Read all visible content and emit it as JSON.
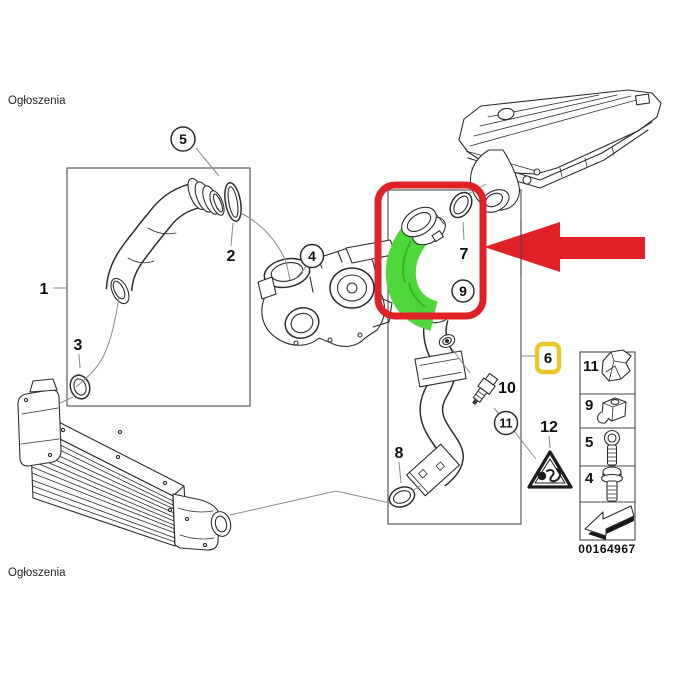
{
  "page": {
    "ad_top": "Ogłoszenia",
    "ad_bottom": "Ogłoszenia"
  },
  "colors": {
    "highlight_red": "#e02227",
    "hose_green": "#4ed63a",
    "hose_green_dark": "#2fae24",
    "badge_yellow": "#e9c72c"
  },
  "callouts": {
    "c1": "1",
    "c2": "2",
    "c3": "3",
    "c4": "4",
    "c5": "5",
    "c6": "6",
    "c7": "7",
    "c8": "8",
    "c9": "9",
    "c10": "10",
    "c11": "11",
    "c12": "12"
  },
  "legend": {
    "rows": [
      {
        "num": "11",
        "icon": "retaining-clip-icon"
      },
      {
        "num": "9",
        "icon": "clamp-nut-icon"
      },
      {
        "num": "5",
        "icon": "socket-head-screw-icon"
      },
      {
        "num": "4",
        "icon": "hex-flange-bolt-icon"
      }
    ],
    "arrow_icon": "direction-of-travel-arrow-icon",
    "footer_code": "00164967"
  },
  "highlight": {
    "badge_label": "6",
    "warning_icon": "pinch-hazard-triangle-icon"
  }
}
